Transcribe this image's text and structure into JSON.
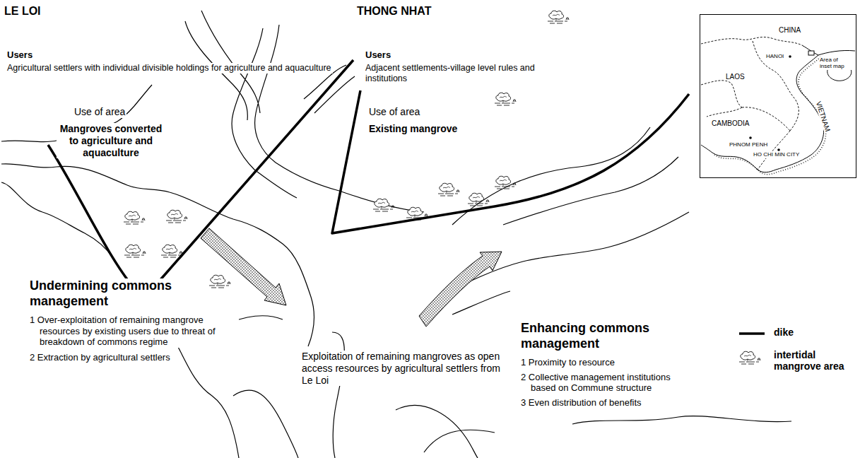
{
  "diagram": {
    "nodes": [
      {
        "text": [
          "CHINA",
          "HANOI",
          "Area of inset map",
          "LAOS",
          "VIETNAM",
          "CAMBODIA",
          "PHNOM PENH",
          "HO CHI MIN CITY"
        ]
      }
    ],
    "labels": [
      "LE LOI",
      "Users",
      "Agricultural settlers with individual divisible holdings for agriculture and aquaculture",
      "Use of area",
      "Mangroves converted to agriculture and aquaculture",
      "THONG NHAT",
      "Users",
      "Adjacent settlements-village level rules and institutions",
      "Use of area",
      "Existing mangrove",
      "Exploitation of remaining mangroves as open access resources by agricultural settlers from Le Loi",
      "Undermining commons management",
      "1 Over-exploitation of remaining mangrove resources by existing users due to threat of breakdown of commons regime",
      "2 Extraction by agricultural settlers",
      "Enhancing commons management",
      "1 Proximity to resource",
      "2 Collective management institutions based on Commune structure",
      "3 Even distribution of benefits"
    ],
    "legend": [
      {
        "text": "dike"
      },
      {
        "text": "intertidal mangrove area"
      }
    ]
  }
}
